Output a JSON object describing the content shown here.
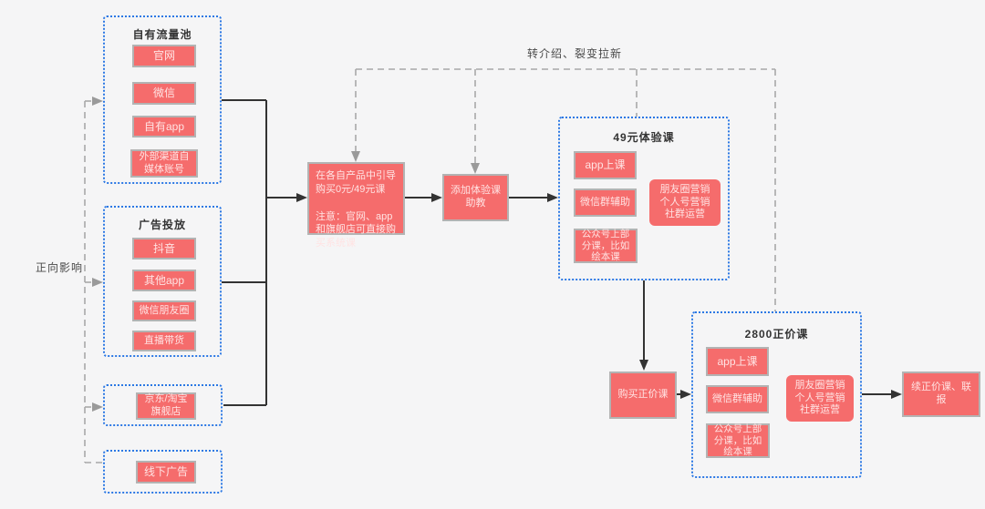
{
  "labels": {
    "referral": "转介绍、裂变拉新",
    "positive_influence": "正向影响"
  },
  "own_traffic": {
    "title": "自有流量池",
    "items": [
      "官网",
      "微信",
      "自有app",
      "外部渠道自媒体账号"
    ]
  },
  "ads": {
    "title": "广告投放",
    "items": [
      "抖音",
      "其他app",
      "微信朋友圈",
      "直播带货"
    ]
  },
  "flagship": {
    "label": "京东/淘宝旗舰店"
  },
  "offline": {
    "label": "线下广告"
  },
  "guide": {
    "text": "在各自产品中引导购买0元/49元课\n\n注意：官网、app 和旗舰店可直接购买系统课"
  },
  "assistant": {
    "label": "添加体验课助教"
  },
  "trial": {
    "title": "49元体验课",
    "items": [
      "app上课",
      "微信群辅助",
      "公众号上部分课，比如绘本课"
    ],
    "side": "朋友圈营销\n个人号营销\n社群运营"
  },
  "buy_full": {
    "label": "购买正价课"
  },
  "full_price": {
    "title": "2800正价课",
    "items": [
      "app上课",
      "微信群辅助",
      "公众号上部分课，比如绘本课"
    ],
    "side": "朋友圈营销\n个人号营销\n社群运营"
  },
  "renew": {
    "label": "续正价课、联报"
  },
  "colors": {
    "node_fill": "#f56c6c",
    "node_text": "#ffe3e3",
    "node_border": "#b3b3b3",
    "group_border": "#2b78e4",
    "solid_line": "#333333",
    "dashed_line": "#a8a8a8",
    "background": "#f5f5f6"
  }
}
